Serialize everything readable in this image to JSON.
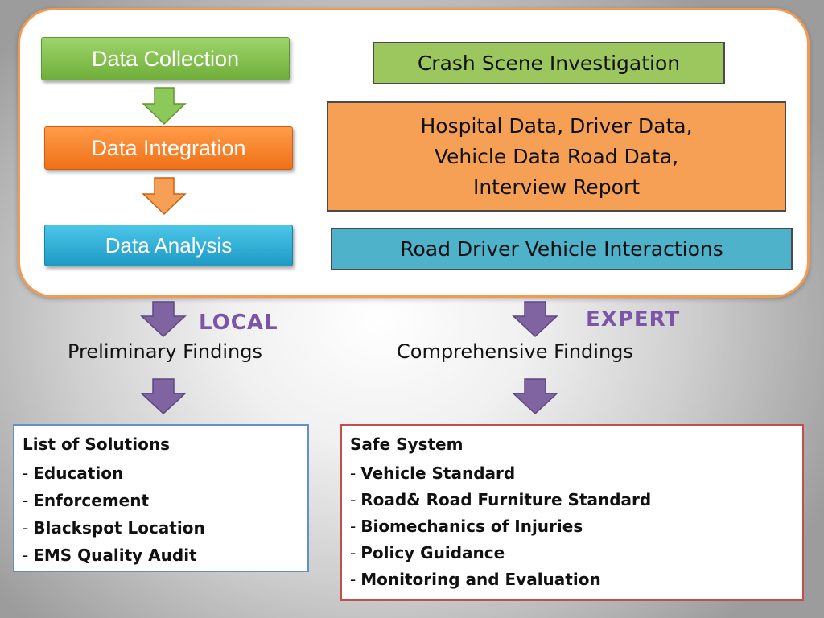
{
  "process": {
    "collection": "Data Collection",
    "integration": "Data Integration",
    "analysis": "Data Analysis"
  },
  "details": {
    "crash_scene": "Crash Scene Investigation",
    "data_sources_line1": "Hospital Data, Driver Data,",
    "data_sources_line2": "Vehicle Data Road Data,",
    "data_sources_line3": "Interview Report",
    "interactions": "Road Driver Vehicle Interactions"
  },
  "branches": {
    "local_label": "LOCAL",
    "local_findings": "Preliminary Findings",
    "expert_label": "EXPERT",
    "expert_findings": "Comprehensive Findings"
  },
  "local_list": {
    "title": "List of Solutions",
    "items": [
      "Education",
      "Enforcement",
      "Blackspot Location",
      "EMS Quality Audit"
    ]
  },
  "expert_list": {
    "title": "Safe System",
    "items": [
      "Vehicle Standard",
      "Road& Road Furniture Standard",
      "Biomechanics of Injuries",
      "Policy Guidance",
      "Monitoring and Evaluation"
    ]
  },
  "colors": {
    "green": "#7cbc47",
    "orange": "#f47c20",
    "blue": "#2aa9d4",
    "purple": "#7b55a8",
    "panel_border": "#f49a4e",
    "local_border": "#6690c4",
    "expert_border": "#c0504d"
  }
}
